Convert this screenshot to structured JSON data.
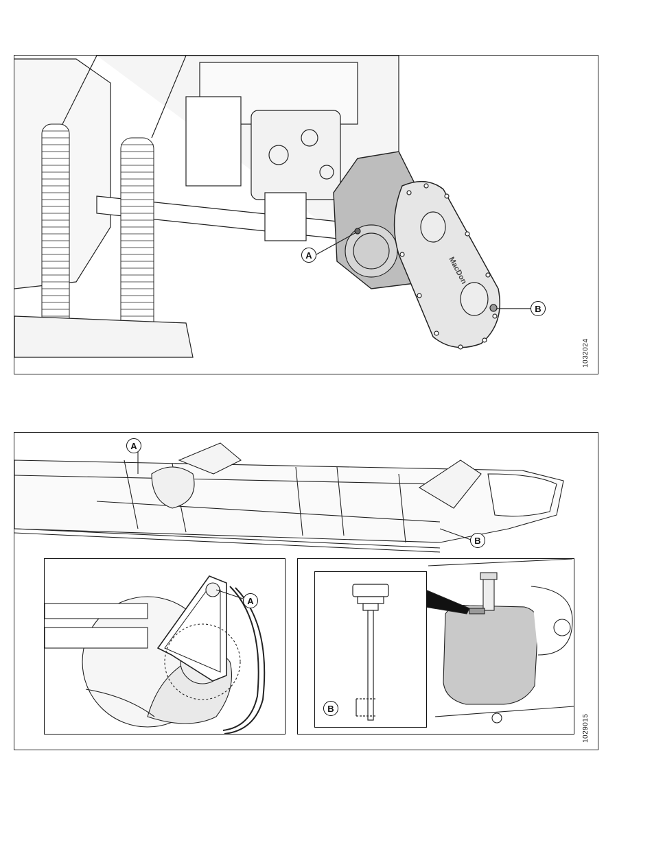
{
  "figures": [
    {
      "figure_id": "1032024",
      "callouts": [
        "A",
        "B"
      ],
      "brand_mark": "MacDon"
    },
    {
      "figure_id": "1029015",
      "callouts": [
        "A",
        "B",
        "A",
        "B"
      ]
    }
  ]
}
